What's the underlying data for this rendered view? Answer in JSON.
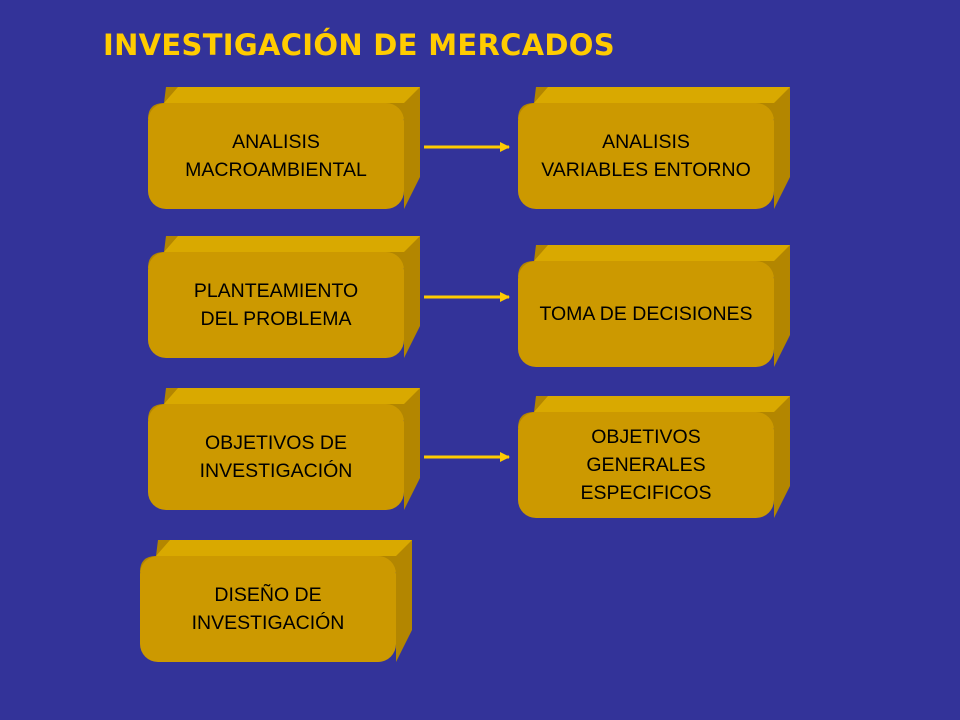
{
  "slide": {
    "title": "INVESTIGACIÓN DE MERCADOS"
  },
  "colors": {
    "background": "#333399",
    "title": "#ffcc00",
    "box_face": "#cc9900",
    "box_top": "#d9a900",
    "box_side": "#b38600",
    "arrow": "#ffcc00"
  },
  "boxes": {
    "analisis_macroambiental": "ANALISIS\nMACROAMBIENTAL",
    "analisis_variables_entorno": "ANALISIS\nVARIABLES ENTORNO",
    "planteamiento_problema": "PLANTEAMIENTO\nDEL PROBLEMA",
    "toma_decisiones": "TOMA DE DECISIONES",
    "objetivos_investigacion": "OBJETIVOS DE\nINVESTIGACIÓN",
    "objetivos_generales": "OBJETIVOS\nGENERALES\nESPECIFICOS",
    "diseno_investigacion": "DISEÑO DE\nINVESTIGACIÓN"
  },
  "connections": [
    {
      "from": "analisis_macroambiental",
      "to": "analisis_variables_entorno"
    },
    {
      "from": "planteamiento_problema",
      "to": "toma_decisiones"
    },
    {
      "from": "objetivos_investigacion",
      "to": "objetivos_generales"
    }
  ]
}
